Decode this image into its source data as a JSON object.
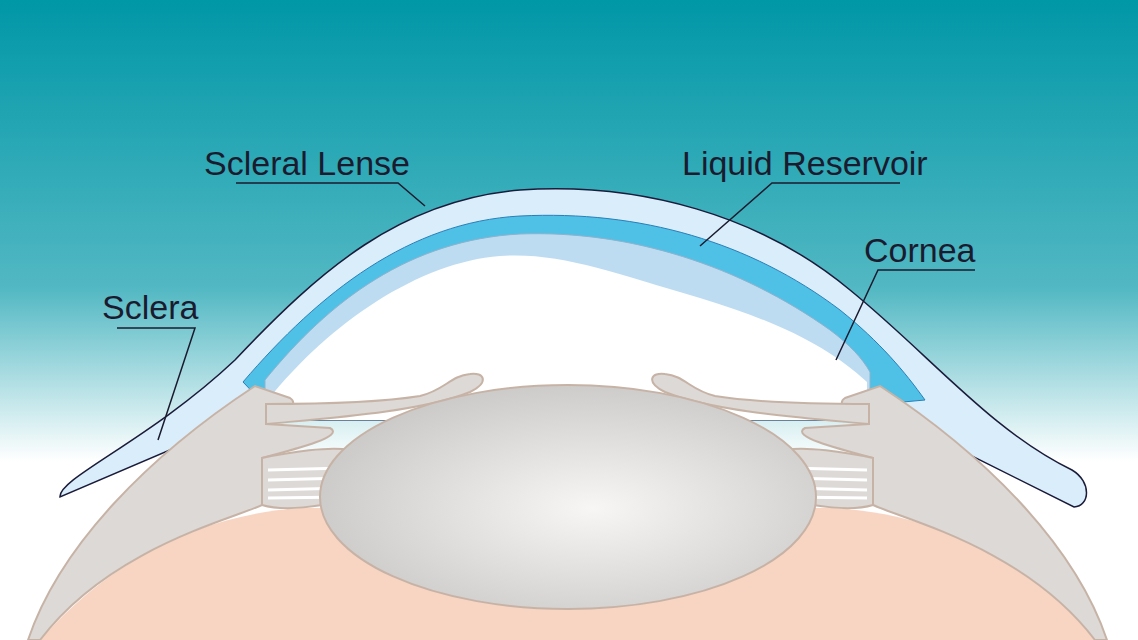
{
  "diagram": {
    "labels": [
      "Scleral Lense",
      "Liquid Reservoir",
      "Cornea",
      "Sclera"
    ]
  }
}
